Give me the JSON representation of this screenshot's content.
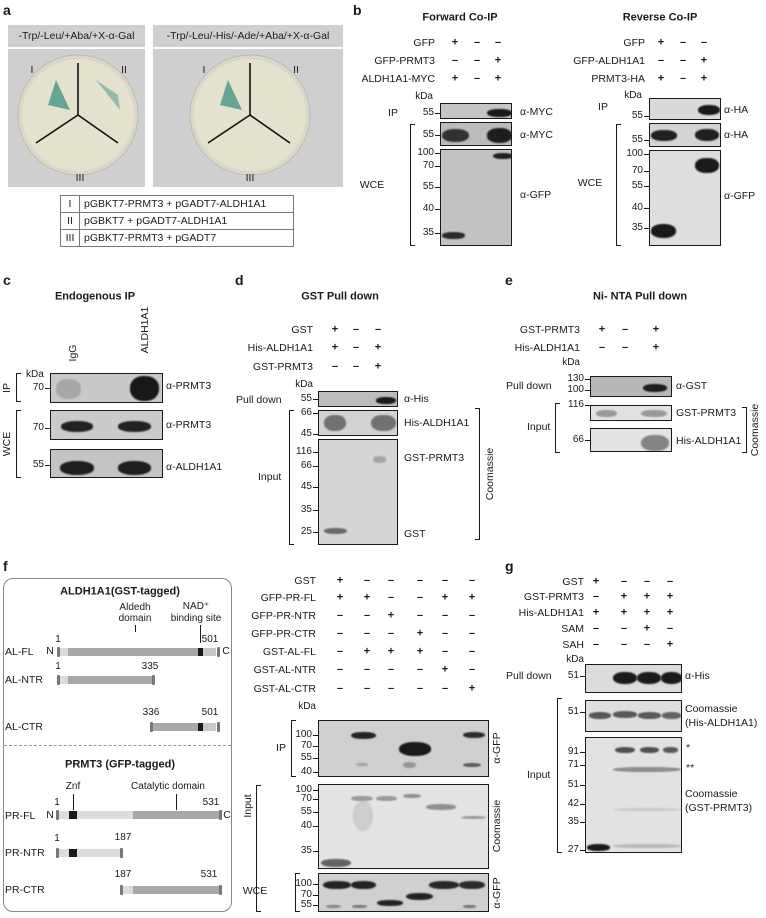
{
  "a": {
    "label": "a",
    "plates": [
      {
        "medium": "-Trp/-Leu/+Aba/+X-α-Gal",
        "sectors": [
          "I",
          "II",
          "III"
        ]
      },
      {
        "medium": "-Trp/-Leu/-His/-Ade/+Aba/+X-α-Gal",
        "sectors": [
          "I",
          "II",
          "III"
        ]
      }
    ],
    "legend": [
      {
        "id": "I",
        "text": "pGBKT7-PRMT3 +  pGADT7-ALDH1A1"
      },
      {
        "id": "II",
        "text": "pGBKT7 + pGADT7-ALDH1A1"
      },
      {
        "id": "III",
        "text": "pGBKT7-PRMT3 + pGADT7"
      }
    ],
    "colors": {
      "positive_stain": "#4f9a8a",
      "plate": "#e4e2cc",
      "panel_bg": "#d0d0d0"
    }
  },
  "b": {
    "label": "b",
    "forward": {
      "title": "Forward Co-IP",
      "conditions": [
        {
          "name": "GFP",
          "signs": [
            "+",
            "–",
            "–"
          ]
        },
        {
          "name": "GFP-PRMT3",
          "signs": [
            "–",
            "–",
            "+"
          ]
        },
        {
          "name": "ALDH1A1-MYC",
          "signs": [
            "+",
            "–",
            "+"
          ]
        }
      ],
      "kda": "kDa",
      "ip_label": "IP",
      "wce_label": "WCE",
      "blots": [
        {
          "markers": [
            "55"
          ],
          "antibody": "α-MYC"
        },
        {
          "markers": [
            "55"
          ],
          "antibody": "α-MYC"
        },
        {
          "markers": [
            "100",
            "70",
            "55",
            "40",
            "35"
          ],
          "antibody": "α-GFP"
        }
      ]
    },
    "reverse": {
      "title": "Reverse Co-IP",
      "conditions": [
        {
          "name": "GFP",
          "signs": [
            "+",
            "–",
            "–"
          ]
        },
        {
          "name": "GFP-ALDH1A1",
          "signs": [
            "–",
            "–",
            "+"
          ]
        },
        {
          "name": "PRMT3-HA",
          "signs": [
            "+",
            "–",
            "+"
          ]
        }
      ],
      "kda": "kDa",
      "ip_label": "IP",
      "wce_label": "WCE",
      "blots": [
        {
          "markers": [
            "55"
          ],
          "antibody": "α-HA"
        },
        {
          "markers": [
            "55"
          ],
          "antibody": "α-HA"
        },
        {
          "markers": [
            "100",
            "70",
            "55",
            "40",
            "35"
          ],
          "antibody": "α-GFP"
        }
      ]
    }
  },
  "c": {
    "label": "c",
    "title": "Endogenous IP",
    "lanes": [
      "IgG",
      "ALDH1A1"
    ],
    "kda": "kDa",
    "ip_label": "IP",
    "wce_label": "WCE",
    "blots": [
      {
        "markers": [
          "70"
        ],
        "antibody": "α-PRMT3"
      },
      {
        "markers": [
          "70"
        ],
        "antibody": "α-PRMT3"
      },
      {
        "markers": [
          "55"
        ],
        "antibody": "α-ALDH1A1"
      }
    ]
  },
  "d": {
    "label": "d",
    "title": "GST Pull down",
    "conditions": [
      {
        "name": "GST",
        "signs": [
          "+",
          "–",
          "–"
        ]
      },
      {
        "name": "His-ALDH1A1",
        "signs": [
          "+",
          "–",
          "+"
        ]
      },
      {
        "name": "GST-PRMT3",
        "signs": [
          "–",
          "–",
          "+"
        ]
      }
    ],
    "kda": "kDa",
    "pulldown_label": "Pull down",
    "input_label": "Input",
    "stain_label": "Coomassie",
    "blots": [
      {
        "markers": [
          "55"
        ],
        "band_labels": [
          "α-His"
        ]
      },
      {
        "markers": [
          "66",
          "45"
        ],
        "band_labels": [
          "His-ALDH1A1"
        ]
      },
      {
        "markers": [
          "116",
          "66",
          "45",
          "35",
          "25"
        ],
        "band_labels": [
          "GST-PRMT3",
          "GST"
        ]
      }
    ]
  },
  "e": {
    "label": "e",
    "title": "Ni- NTA Pull down",
    "conditions": [
      {
        "name": "GST-PRMT3",
        "signs": [
          "+",
          "–",
          "+"
        ]
      },
      {
        "name": "His-ALDH1A1",
        "signs": [
          "–",
          "–",
          "+"
        ]
      }
    ],
    "kda": "kDa",
    "pulldown_label": "Pull down",
    "input_label": "Input",
    "stain_label": "Coomassie",
    "blots": [
      {
        "markers": [
          "130",
          "100"
        ],
        "band_labels": [
          "α-GST"
        ]
      },
      {
        "markers": [
          "116"
        ],
        "band_labels": [
          "GST-PRMT3"
        ]
      },
      {
        "markers": [
          "66"
        ],
        "band_labels": [
          "His-ALDH1A1"
        ]
      }
    ]
  },
  "f": {
    "label": "f",
    "aldh": {
      "title": "ALDH1A1(GST-tagged)",
      "annotations": [
        "Aldedh",
        "domain",
        "NAD⁺",
        "binding site"
      ],
      "constructs": [
        {
          "name": "AL-FL",
          "start": "1",
          "end": "501",
          "n": "N",
          "c": "C"
        },
        {
          "name": "AL-NTR",
          "start": "1",
          "end": "335"
        },
        {
          "name": "AL-CTR",
          "start": "336",
          "end": "501"
        }
      ]
    },
    "prmt": {
      "title": "PRMT3 (GFP-tagged)",
      "annotations": [
        "Znf",
        "Catalytic domain"
      ],
      "constructs": [
        {
          "name": "PR-FL",
          "start": "1",
          "end": "531",
          "n": "N",
          "c": "C"
        },
        {
          "name": "PR-NTR",
          "start": "1",
          "end": "187"
        },
        {
          "name": "PR-CTR",
          "start": "187",
          "end": "531"
        }
      ]
    },
    "conditions": [
      {
        "name": "GST",
        "signs": [
          "+",
          "–",
          "–",
          "–",
          "–",
          "–"
        ]
      },
      {
        "name": "GFP-PR-FL",
        "signs": [
          "+",
          "+",
          "–",
          "–",
          "+",
          "+"
        ]
      },
      {
        "name": "GFP-PR-NTR",
        "signs": [
          "–",
          "–",
          "+",
          "–",
          "–",
          "–"
        ]
      },
      {
        "name": "GFP-PR-CTR",
        "signs": [
          "–",
          "–",
          "–",
          "+",
          "–",
          "–"
        ]
      },
      {
        "name": "GST-AL-FL",
        "signs": [
          "–",
          "+",
          "+",
          "+",
          "–",
          "–"
        ]
      },
      {
        "name": "GST-AL-NTR",
        "signs": [
          "–",
          "–",
          "–",
          "–",
          "+",
          "–"
        ]
      },
      {
        "name": "GST-AL-CTR",
        "signs": [
          "–",
          "–",
          "–",
          "–",
          "–",
          "+"
        ]
      }
    ],
    "kda": "kDa",
    "ip_label": "IP",
    "input_label": "Input",
    "wce_label": "WCE",
    "blots": [
      {
        "markers": [
          "100",
          "70",
          "55",
          "40"
        ],
        "antibody": "α-GFP"
      },
      {
        "markers": [
          "100",
          "70",
          "55",
          "40",
          "35"
        ],
        "antibody": "Coomassie"
      },
      {
        "markers": [
          "100",
          "70",
          "55"
        ],
        "antibody": "α-GFP"
      }
    ]
  },
  "g": {
    "label": "g",
    "conditions": [
      {
        "name": "GST",
        "signs": [
          "+",
          "–",
          "–",
          "–"
        ]
      },
      {
        "name": "GST-PRMT3",
        "signs": [
          "–",
          "+",
          "+",
          "+"
        ]
      },
      {
        "name": "His-ALDH1A1",
        "signs": [
          "+",
          "+",
          "+",
          "+"
        ]
      },
      {
        "name": "SAM",
        "signs": [
          "–",
          "–",
          "+",
          "–"
        ]
      },
      {
        "name": "SAH",
        "signs": [
          "–",
          "–",
          "–",
          "+"
        ]
      }
    ],
    "kda": "kDa",
    "pulldown_label": "Pull down",
    "input_label": "Input",
    "blots": [
      {
        "markers": [
          "51"
        ],
        "label_lines": [
          "α-His"
        ]
      },
      {
        "markers": [
          "51"
        ],
        "label_lines": [
          "Coomassie",
          "(His-ALDH1A1)"
        ]
      },
      {
        "markers": [
          "91",
          "71",
          "51",
          "42",
          "35",
          "27"
        ],
        "label_lines": [
          "Coomassie",
          "(GST-PRMT3)"
        ],
        "annotations": [
          "*",
          "**"
        ]
      }
    ]
  }
}
